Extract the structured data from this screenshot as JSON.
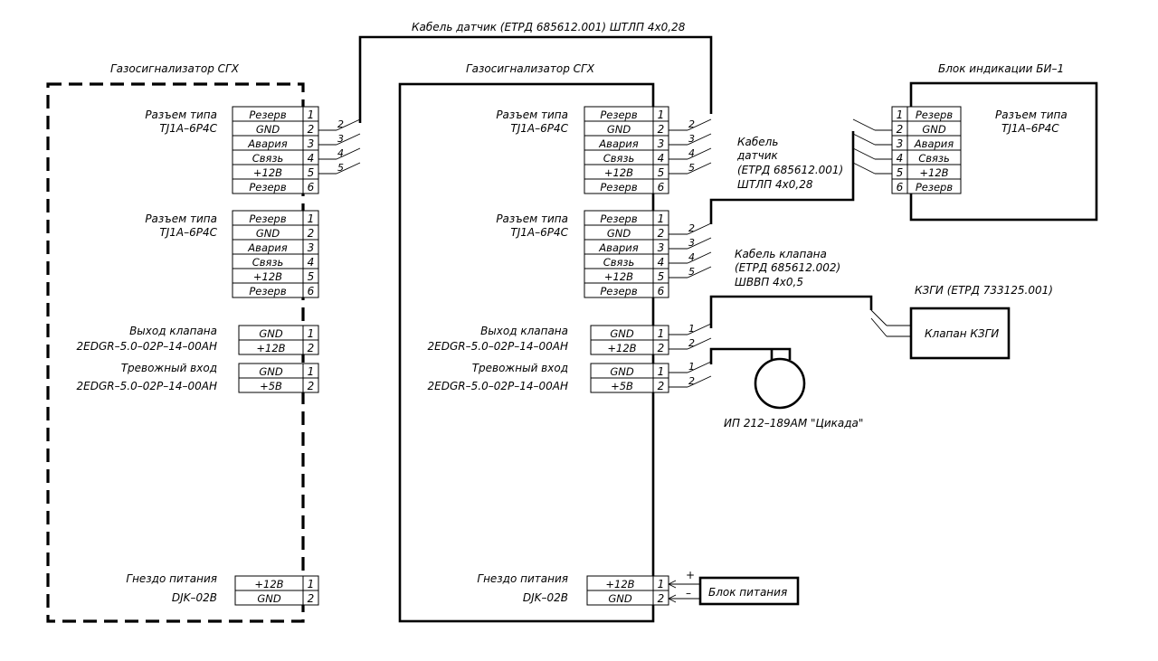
{
  "labels": {
    "top_cable": "Кабель датчик (ЕТРД 685612.001) ШТЛП 4х0,28",
    "left_device_title": "Газосигнализатор СГХ",
    "mid_device_title": "Газосигнализатор СГХ",
    "indicator_title": "Блок индикации БИ–1",
    "sensor_cable_line1": "Кабель",
    "sensor_cable_line2": "датчик",
    "sensor_cable_line3": "(ЕТРД 685612.001)",
    "sensor_cable_line4": "ШТЛП 4х0,28",
    "valve_cable_line1": "Кабель клапана",
    "valve_cable_line2": "(ЕТРД 685612.002)",
    "valve_cable_line3": "ШВВП 4х0,5",
    "kzgi_title": "КЗГИ (ЕТРД 733125.001)",
    "valve_box": "Клапан КЗГИ",
    "siren": "ИП 212–189АМ \"Цикада\"",
    "power_unit": "Блок питания",
    "plus": "+",
    "minus": "–"
  },
  "connectors": {
    "rj_type_l1": "Разъем типа",
    "rj_type_l2": "TJ1A–6P4C",
    "valve_out": "Выход клапана",
    "alarm_in": "Тревожный вход",
    "edgr": "2EDGR–5.0–02P–14–00AH",
    "power_socket": "Гнездо питания",
    "djk": "DJK–02B"
  },
  "rj_pins": [
    {
      "num": "1",
      "name": "Резерв"
    },
    {
      "num": "2",
      "name": "GND"
    },
    {
      "num": "3",
      "name": "Авария"
    },
    {
      "num": "4",
      "name": "Связь"
    },
    {
      "num": "5",
      "name": "+12В"
    },
    {
      "num": "6",
      "name": "Резерв"
    }
  ],
  "valve_pins": [
    {
      "num": "1",
      "name": "GND"
    },
    {
      "num": "2",
      "name": "+12В"
    }
  ],
  "alarm_pins": [
    {
      "num": "1",
      "name": "GND"
    },
    {
      "num": "2",
      "name": "+5В"
    }
  ],
  "power_pins": [
    {
      "num": "1",
      "name": "+12В"
    },
    {
      "num": "2",
      "name": "GND"
    }
  ],
  "wire_numbers": {
    "rj": [
      "2",
      "3",
      "4",
      "5"
    ],
    "two": [
      "1",
      "2"
    ]
  }
}
